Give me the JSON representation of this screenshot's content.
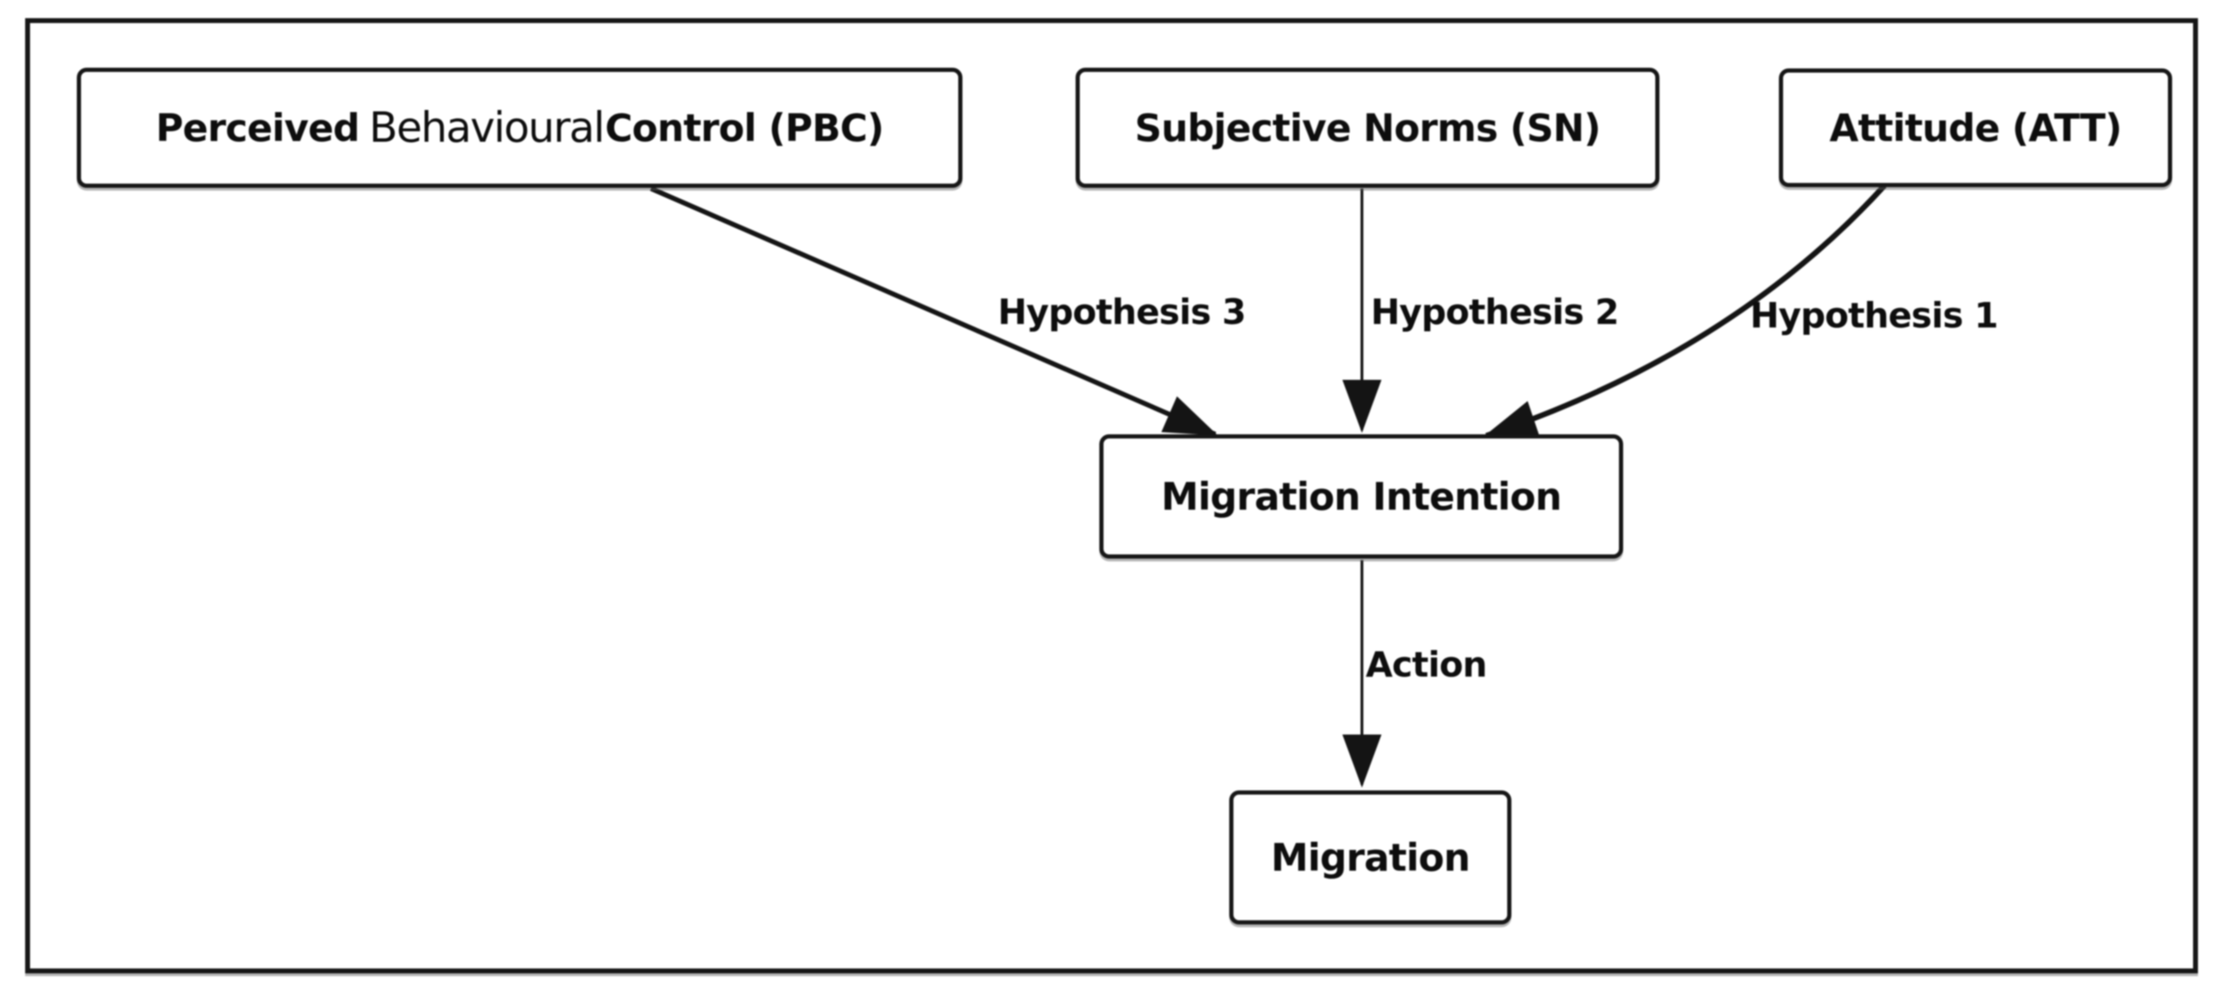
{
  "diagram": {
    "nodes": {
      "pbc": {
        "part1": "Perceived",
        "part2": "Behavioural",
        "part3": "Control (PBC)"
      },
      "sn": {
        "label": "Subjective Norms (SN)"
      },
      "att": {
        "label": "Attitude (ATT)"
      },
      "intention": {
        "label": "Migration Intention"
      },
      "migration": {
        "label": "Migration"
      }
    },
    "edges": {
      "hypothesis3": {
        "label": "Hypothesis 3",
        "from": "pbc",
        "to": "intention"
      },
      "hypothesis2": {
        "label": "Hypothesis 2",
        "from": "sn",
        "to": "intention"
      },
      "hypothesis1": {
        "label": "Hypothesis 1",
        "from": "att",
        "to": "intention"
      },
      "action": {
        "label": "Action",
        "from": "intention",
        "to": "migration"
      }
    },
    "colors": {
      "ink": "#141414",
      "background": "#ffffff"
    }
  }
}
